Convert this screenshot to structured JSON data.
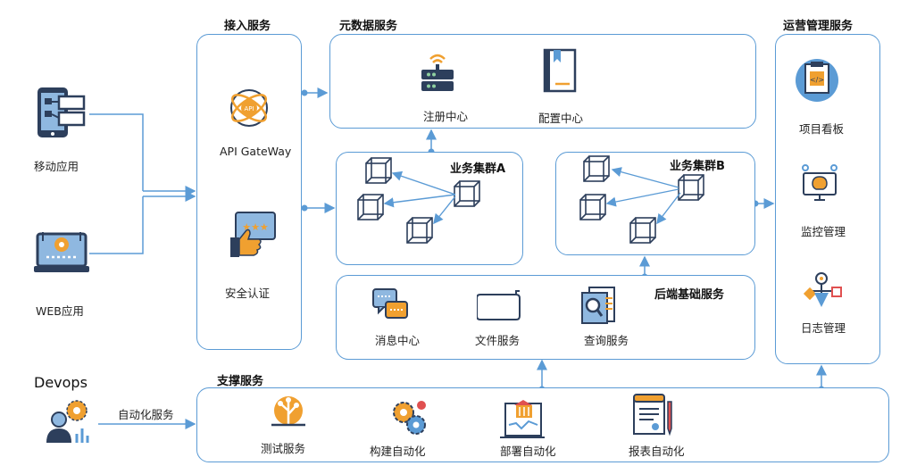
{
  "clients": {
    "mobile": "移动应用",
    "web": "WEB应用"
  },
  "access": {
    "title": "接入服务",
    "gateway": "API GateWay",
    "auth": "安全认证"
  },
  "metadata": {
    "title": "元数据服务",
    "registry": "注册中心",
    "config": "配置中心"
  },
  "cluster_a": {
    "title": "业务集群A"
  },
  "cluster_b": {
    "title": "业务集群B"
  },
  "backend": {
    "title": "后端基础服务",
    "message": "消息中心",
    "file": "文件服务",
    "query": "查询服务"
  },
  "ops": {
    "title": "运营管理服务",
    "board": "项目看板",
    "monitor": "监控管理",
    "log": "日志管理"
  },
  "support": {
    "title": "支撑服务",
    "test": "测试服务",
    "build": "构建自动化",
    "deploy": "部署自动化",
    "report": "报表自动化"
  },
  "devops": {
    "title": "Devops",
    "auto": "自动化服务"
  },
  "colors": {
    "line": "#5b9bd5",
    "orange": "#f0a030",
    "navy": "#2d3f5c"
  }
}
